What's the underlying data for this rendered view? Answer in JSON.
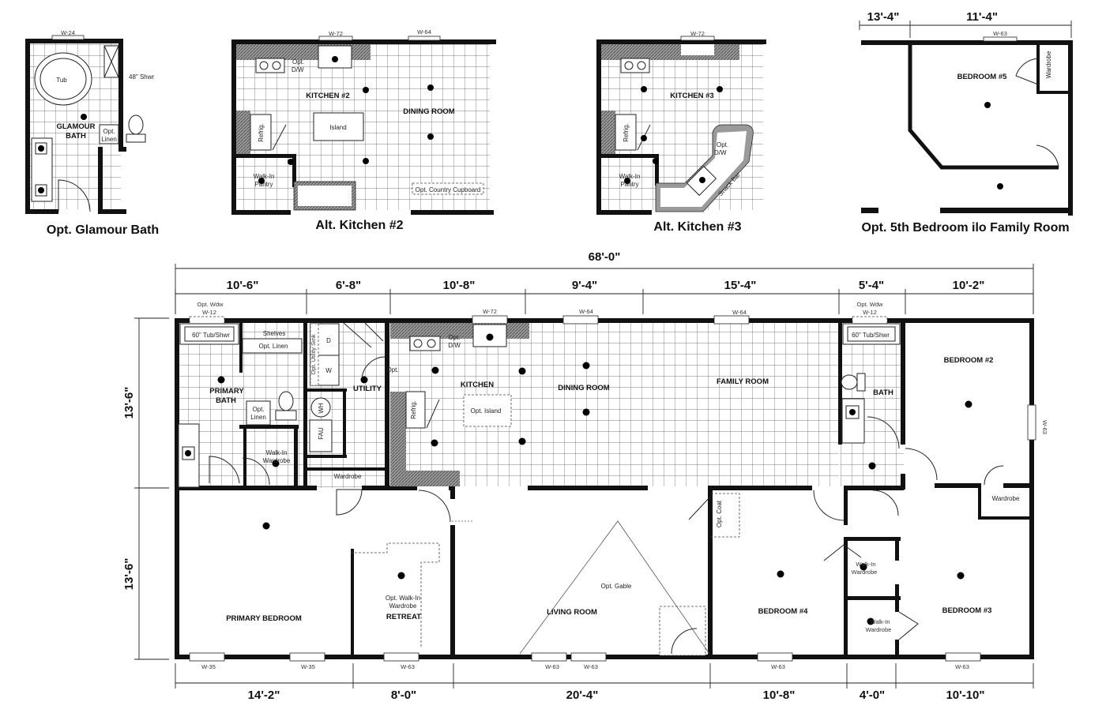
{
  "insets": {
    "glamour_bath": {
      "caption": "Opt. Glamour Bath",
      "window": "W-24",
      "tub": "Tub",
      "shower": "48\" Shwr",
      "room": [
        "GLAMOUR",
        "BATH"
      ],
      "linen": [
        "Opt.",
        "Linen"
      ]
    },
    "kitchen2": {
      "caption": "Alt. Kitchen #2",
      "windows": [
        "W-72",
        "W-64"
      ],
      "dw": [
        "Opt.",
        "D/W"
      ],
      "kitchen": "KITCHEN #2",
      "dining": "DINING ROOM",
      "island": "Island",
      "refrig": "Refrig.",
      "pantry": [
        "Walk-In",
        "Pantry"
      ],
      "cupboard": "Opt. Country Cupboard"
    },
    "kitchen3": {
      "caption": "Alt. Kitchen #3",
      "window": "W-72",
      "kitchen": "KITCHEN #3",
      "refrig": "Refrig.",
      "pantry": [
        "Walk-In",
        "Pantry"
      ],
      "dw": [
        "Opt.",
        "D/W"
      ],
      "snack": "Snack Bar"
    },
    "bedroom5": {
      "caption": "Opt. 5th Bedroom ilo Family Room",
      "dim_left": "13'-4\"",
      "dim_right": "11'-4\"",
      "window": "W-63",
      "room": "BEDROOM #5",
      "wardrobe": "Wardrobe"
    }
  },
  "main": {
    "overall": "68'-0\"",
    "top_dims": [
      "10'-6\"",
      "6'-8\"",
      "10'-8\"",
      "9'-4\"",
      "15'-4\"",
      "5'-4\"",
      "10'-2\""
    ],
    "bottom_dims": [
      "14'-2\"",
      "8'-0\"",
      "20'-4\"",
      "10'-8\"",
      "4'-0\"",
      "10'-10\""
    ],
    "side_dims": [
      "13'-6\"",
      "13'-6\""
    ],
    "windows": {
      "opt_wdw": "Opt. Wdw",
      "w12": "W-12",
      "w72": "W-72",
      "w64": "W-64",
      "w63": "W-63",
      "w35": "W-35"
    },
    "rooms": {
      "primary_bath": [
        "PRIMARY",
        "BATH"
      ],
      "tub_left": "60\" Tub/Shwr",
      "shelves": "Shelves",
      "opt_linen": "Opt. Linen",
      "opt_linen2": [
        "Opt.",
        "Linen"
      ],
      "walkin": [
        "Walk-In",
        "Wardrobe"
      ],
      "utility": "UTILITY",
      "dryer": "D",
      "washer": "W",
      "wh": "WH",
      "fau": "FAU",
      "opt_sink": "Opt. Utility Sink",
      "opt_short": "Opt.",
      "wardrobe": "Wardrobe",
      "kitchen": "KITCHEN",
      "opt_dw": [
        "Opt.",
        "D/W"
      ],
      "refrig": "Refrig.",
      "opt_island": "Opt. Island",
      "dining": "DINING ROOM",
      "family": "FAMILY ROOM",
      "tub_right": "60\" Tub/Shwr",
      "bath": "BATH",
      "bedroom2": "BEDROOM #2",
      "wardrobe2": "Wardrobe",
      "primary_bedroom": "PRIMARY BEDROOM",
      "retreat_opt": [
        "Opt. Walk-In",
        "Wardrobe"
      ],
      "retreat": "RETREAT",
      "opt_gable": "Opt. Gable",
      "living": "LIVING ROOM",
      "opt_coat": "Opt. Coat",
      "bedroom4": "BEDROOM #4",
      "walkin_a": [
        "Walk-In",
        "Wardrobe"
      ],
      "walkin_b": [
        "Walk-In",
        "Wardrobe"
      ],
      "bedroom3": "BEDROOM #3"
    }
  }
}
